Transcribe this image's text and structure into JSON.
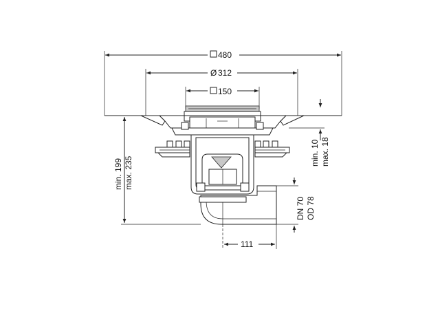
{
  "dimensions": {
    "outer_square": {
      "symbol": "□",
      "value": "480"
    },
    "diameter": {
      "symbol": "Ø",
      "value": "312"
    },
    "grate_square": {
      "symbol": "□",
      "value": "150"
    },
    "height_min": "min. 199",
    "height_max": "max. 235",
    "flange_min": "min. 10",
    "flange_max": "max. 18",
    "outlet_dn": "DN 70",
    "outlet_od": "OD 78",
    "outlet_offset": "111"
  },
  "colors": {
    "line": "#222222",
    "fill_grey": "#c8c8c8",
    "background": "#ffffff"
  }
}
